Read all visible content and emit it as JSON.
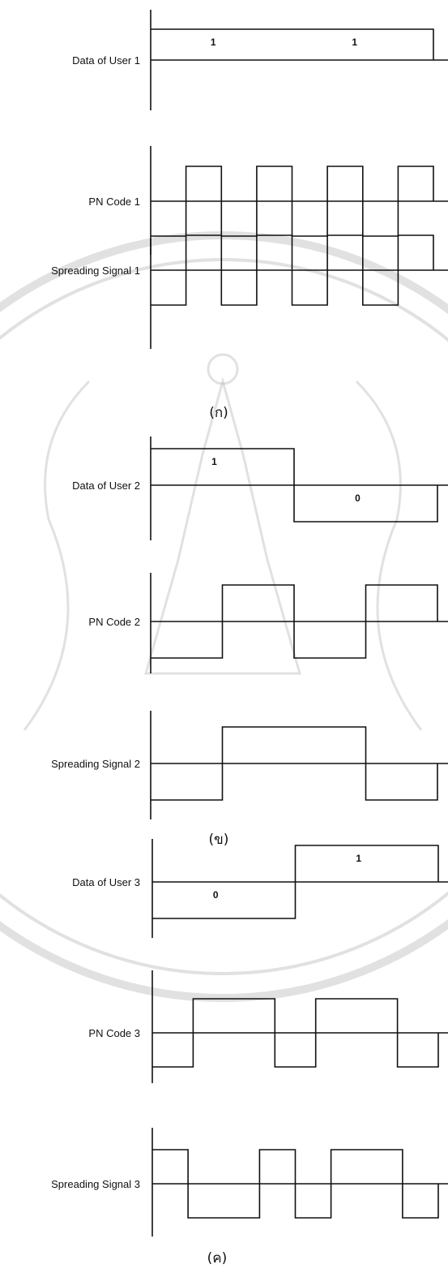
{
  "colors": {
    "ink": "#111111",
    "watermark": "#bdbdbd"
  },
  "seal": {
    "kind": "university-seal-watermark"
  },
  "panels": [
    {
      "caption": "(ก)",
      "rows": [
        {
          "label": "Data of User 1",
          "levels": [
            1,
            1
          ],
          "bits": [
            "1",
            "1"
          ]
        },
        {
          "label": "PN Code 1",
          "levels": [
            -1,
            1,
            -1,
            1,
            -1,
            1,
            -1,
            1
          ]
        },
        {
          "label": "Spreading Signal 1",
          "levels": [
            -1,
            1,
            -1,
            1,
            -1,
            1,
            -1,
            1
          ]
        }
      ]
    },
    {
      "caption": "(ข)",
      "rows": [
        {
          "label": "Data of User 2",
          "levels": [
            1,
            -1
          ],
          "bits": [
            "1",
            "0"
          ]
        },
        {
          "label": "PN Code 2",
          "levels": [
            -1,
            1,
            -1,
            1
          ]
        },
        {
          "label": "Spreading Signal 2",
          "levels": [
            -1,
            1,
            1,
            -1
          ]
        }
      ]
    },
    {
      "caption": "(ค)",
      "rows": [
        {
          "label": "Data of User 3",
          "levels": [
            -1,
            1
          ],
          "bits": [
            "0",
            "1"
          ]
        },
        {
          "label": "PN Code 3",
          "levels": [
            -1,
            1,
            1,
            -1,
            1,
            1,
            -1
          ]
        },
        {
          "label": "Spreading Signal 3",
          "levels": [
            1,
            -1,
            -1,
            1,
            -1,
            1,
            1,
            -1
          ]
        }
      ]
    }
  ]
}
